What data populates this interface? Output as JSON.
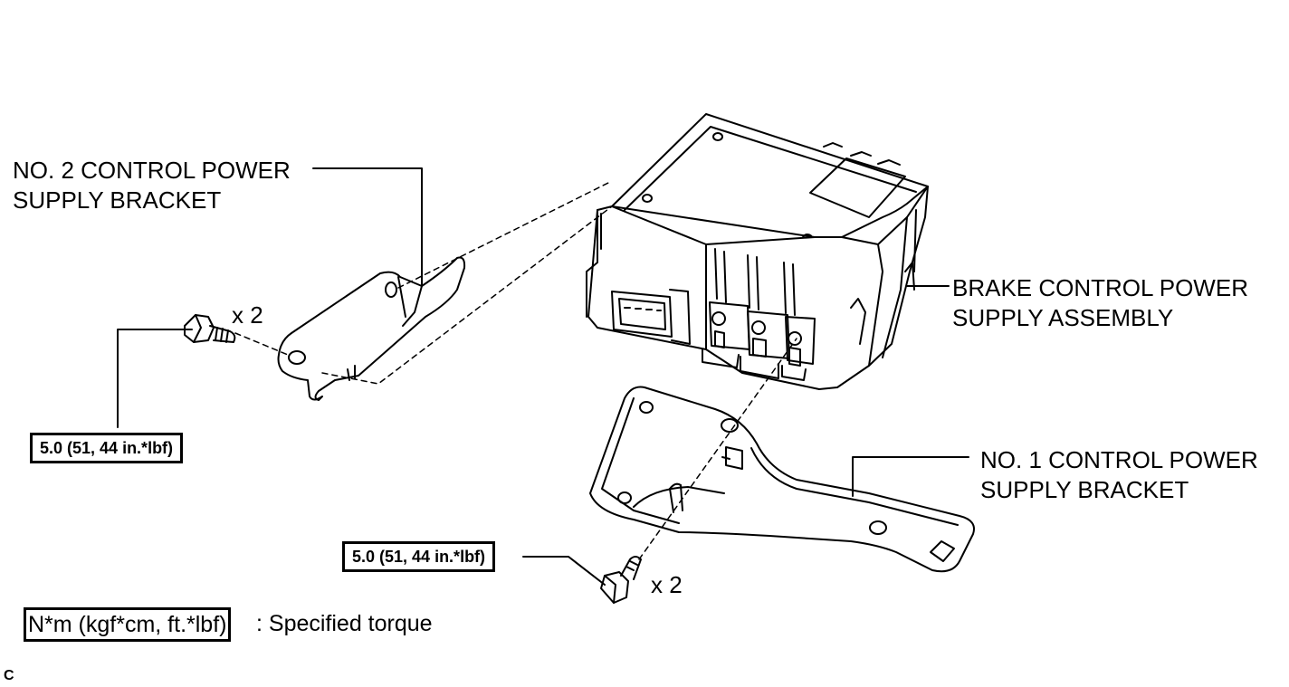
{
  "labels": {
    "no2_bracket": [
      "NO. 2 CONTROL POWER",
      "SUPPLY BRACKET"
    ],
    "brake_assembly": [
      "BRAKE CONTROL POWER",
      "SUPPLY ASSEMBLY"
    ],
    "no1_bracket": [
      "NO. 1 CONTROL POWER",
      "SUPPLY BRACKET"
    ]
  },
  "quantities": {
    "upper_bolt": "x 2",
    "lower_bolt": "x 2"
  },
  "torque": {
    "upper": "5.0 (51, 44 in.*lbf)",
    "lower": "5.0 (51, 44 in.*lbf)"
  },
  "legend": {
    "boxed": "N*m (kgf*cm, ft.*lbf)",
    "text": ": Specified torque"
  },
  "corner_code": "C"
}
